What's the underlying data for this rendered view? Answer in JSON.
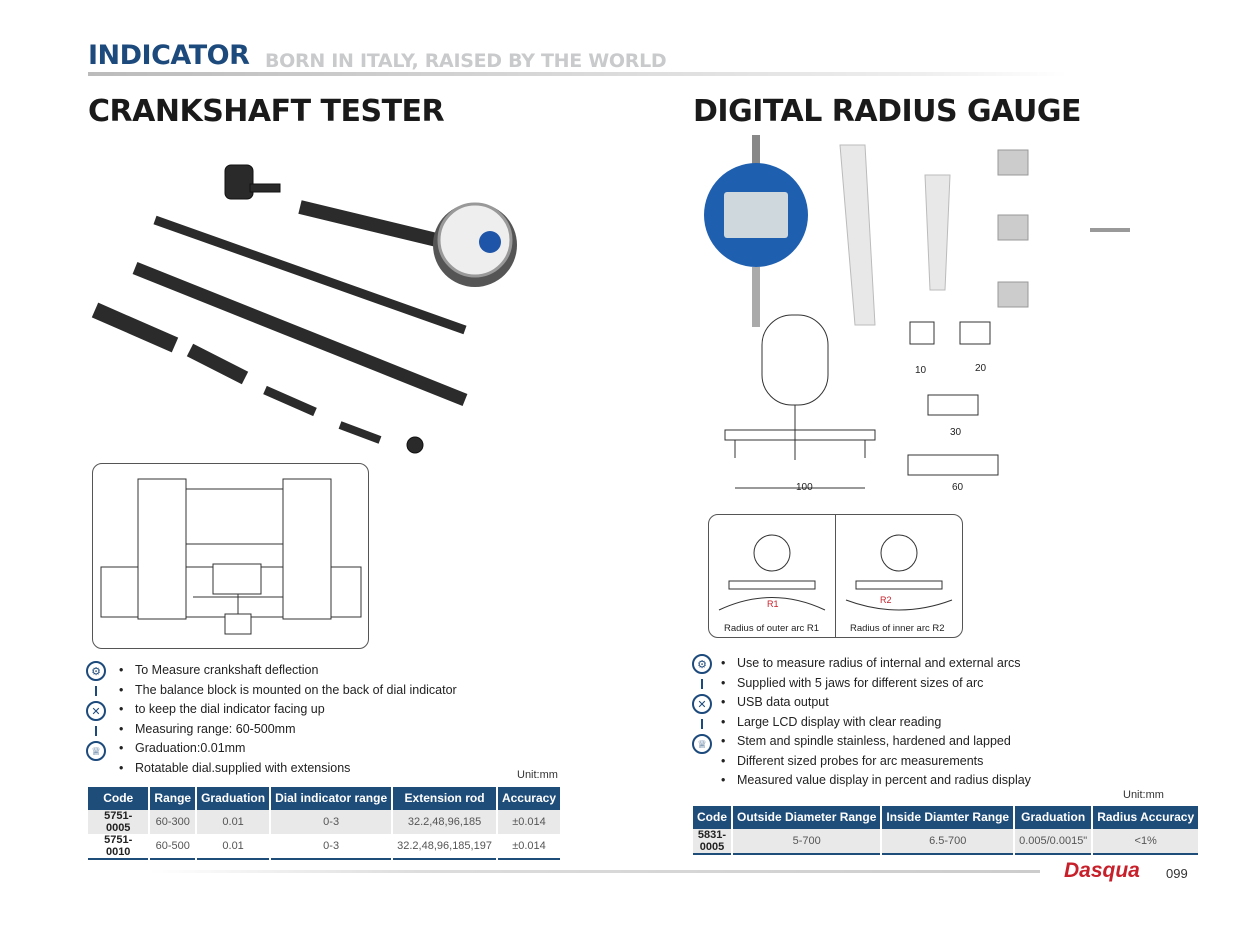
{
  "header": {
    "brand": "INDICATOR",
    "slogan": "BORN IN ITALY, RAISED BY THE WORLD"
  },
  "left": {
    "title": "CRANKSHAFT TESTER",
    "bullets": [
      "To Measure crankshaft deflection",
      "The balance block is mounted on the back of dial indicator",
      "to keep the dial indicator facing up",
      "Measuring range: 60-500mm",
      "Graduation:0.01mm",
      "Rotatable dial.supplied with extensions"
    ],
    "unit": "Unit:mm",
    "table": {
      "headers": [
        "Code",
        "Range",
        "Graduation",
        "Dial indicator range",
        "Extension rod",
        "Accuracy"
      ],
      "rows": [
        [
          "5751-0005",
          "60-300",
          "0.01",
          "0-3",
          "32.2,48,96,185",
          "±0.014"
        ],
        [
          "5751-0010",
          "60-500",
          "0.01",
          "0-3",
          "32.2,48,96,185,197",
          "±0.014"
        ]
      ]
    }
  },
  "right": {
    "title": "DIGITAL RADIUS GAUGE",
    "dims": [
      "10",
      "20",
      "30",
      "100",
      "60"
    ],
    "arc_labels": [
      "Radius of outer arc R1",
      "Radius of  inner arc R2"
    ],
    "arc_marks": [
      "R1",
      "R2"
    ],
    "bullets": [
      "Use to measure radius of internal and external arcs",
      "Supplied with 5 jaws for different sizes of arc",
      "USB data output",
      "Large LCD display with clear reading",
      "Stem and spindle stainless, hardened and lapped",
      "Different sized probes for arc measurements",
      "Measured value display in percent and radius display"
    ],
    "unit": "Unit:mm",
    "table": {
      "headers": [
        "Code",
        "Outside Diameter Range",
        "Inside Diamter Range",
        "Graduation",
        "Radius Accuracy"
      ],
      "rows": [
        [
          "5831-0005",
          "5-700",
          "6.5-700",
          "0.005/0.0015\"",
          "<1%"
        ]
      ]
    }
  },
  "footer": {
    "logo": "Dasqua",
    "page": "099"
  },
  "colors": {
    "brand": "#1d4a7c",
    "table_header": "#1f4d7a",
    "logo": "#c8202a"
  }
}
